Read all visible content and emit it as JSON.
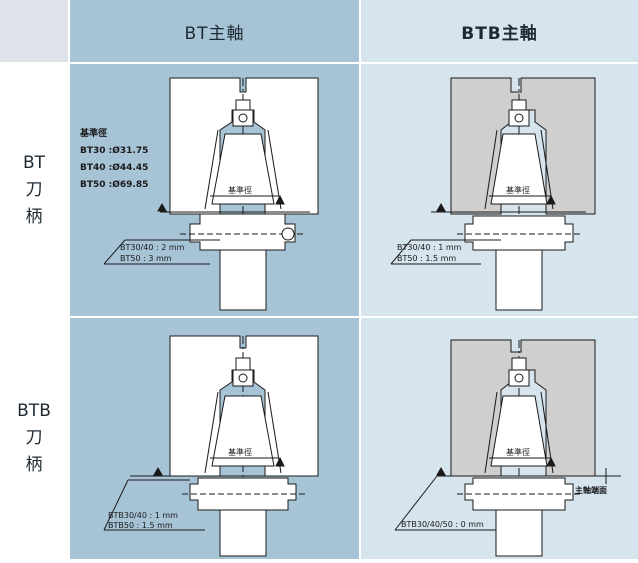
{
  "header": {
    "col1": "BT主軸",
    "col2": "BTB主軸"
  },
  "rows": [
    {
      "label": [
        "BT",
        "刀",
        "柄"
      ]
    },
    {
      "label": [
        "BTB",
        "刀",
        "柄"
      ]
    }
  ],
  "panels": {
    "bt_bt": {
      "ref_title": "基準徑",
      "ref_lines": [
        "BT30 :Ø31.75",
        "BT40 :Ø44.45",
        "BT50 :Ø69.85"
      ],
      "ref_label": "基準徑",
      "gap_lines": [
        "BT30/40 : 2 mm",
        "BT50       : 3 mm"
      ]
    },
    "btb_bt": {
      "ref_label": "基準徑",
      "gap_lines": [
        "BT30/40 : 1   mm",
        "BT50       : 1.5 mm"
      ]
    },
    "bt_btb": {
      "ref_label": "基準徑",
      "gap_lines": [
        "BTB30/40 : 1   mm",
        "BTB50       : 1.5 mm"
      ]
    },
    "btb_btb": {
      "ref_label": "基準徑",
      "face_label": "主軸端面",
      "gap_lines": [
        "BTB30/40/50 : 0 mm"
      ]
    }
  },
  "colors": {
    "corner": "#dde3e8",
    "bt_column": "#a7c4d7",
    "btb_column": "#d6e4ee",
    "row_label_bg": "#ffffff",
    "spindle_white": "#ffffff",
    "spindle_gray": "#cfcfcf",
    "line": "#1a1a1a"
  }
}
